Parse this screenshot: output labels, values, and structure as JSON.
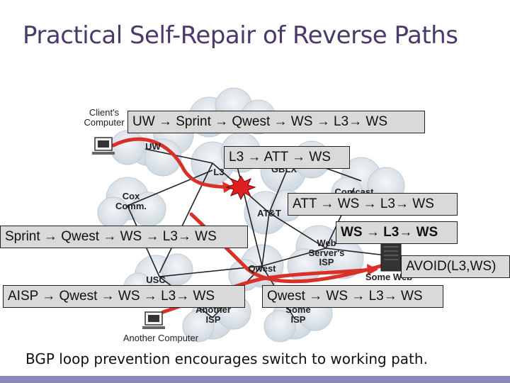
{
  "slide": {
    "title": "Practical Self-Repair of Reverse Paths",
    "caption": "BGP loop prevention encourages switch to working path."
  },
  "labels": {
    "client_computer": "Client's Computer",
    "another_computer": "Another Computer",
    "uw": "UW",
    "l3": "L3",
    "gblx": "GBLX",
    "cox": "Cox Comm.",
    "att": "AT&T",
    "comcast": "Comcast",
    "usc": "USC",
    "qwest": "Qwest",
    "another_isp": "Another ISP",
    "some_isp": "Some ISP",
    "web_isp": "Web Server's ISP",
    "some_web": "Some Web"
  },
  "paths": {
    "uw_path": "UW → Sprint → Qwest → WS → L3→ WS",
    "l3_path": "L3 → ATT → WS",
    "att_path": "ATT → WS → L3→ WS",
    "sprint_path": "Sprint → Qwest → WS → L3→ WS",
    "ws_path": "WS → L3→ WS",
    "avoid": "AVOID(L3,WS)",
    "aisp_path": "AISP → Qwest → WS → L3→ WS",
    "qwest_path": "Qwest → WS → L3→ WS"
  },
  "colors": {
    "title": "#4a3a6b",
    "path_box": "#d9d9d9",
    "route": "#d9302a",
    "cloud": "#dde4ea",
    "footer": "#8c86bf"
  }
}
